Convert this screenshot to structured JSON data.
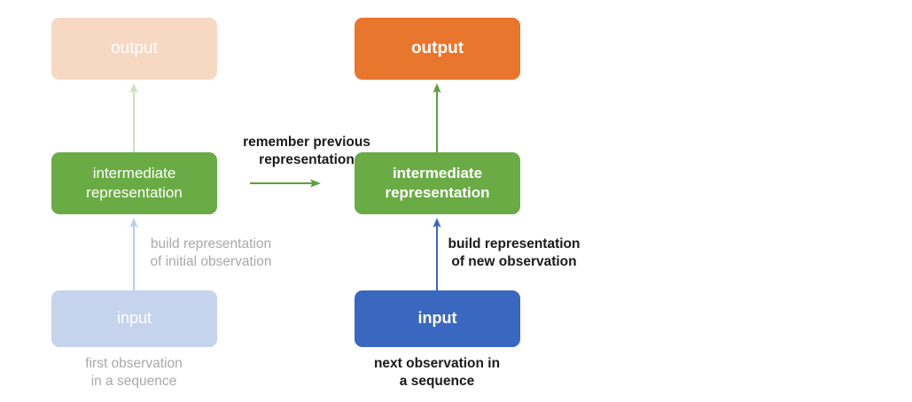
{
  "diagram": {
    "title_text": "",
    "colors": {
      "output_strong": "#E8762C",
      "output_faded": "#F7D8C3",
      "green": "#6AAB45",
      "input_strong": "#3A67C0",
      "input_faded": "#C5D3EC",
      "arrow_green_strong": "#5E9E3E",
      "arrow_green_faded": "#CBE2BC",
      "arrow_blue_strong": "#3A67C0",
      "arrow_blue_faded": "#B9CCE8",
      "text_dim": "#A9A9A9",
      "text_bold": "#1A1A1A",
      "box_text": "#FFFFFF",
      "background": "#FFFFFF"
    },
    "left_column": {
      "output_box": {
        "label": "output"
      },
      "intermediate_box": {
        "label": "intermediate\nrepresentation"
      },
      "input_box": {
        "label": "input"
      },
      "build_caption": "build representation\nof initial observation",
      "observation_caption": "first observation\nin a sequence"
    },
    "right_column": {
      "output_box": {
        "label": "output"
      },
      "intermediate_box": {
        "label": "intermediate\nrepresentation"
      },
      "input_box": {
        "label": "input"
      },
      "build_caption": "build representation\nof new observation",
      "observation_caption": "next observation in\na sequence"
    },
    "recurrence": {
      "caption": "remember previous\nrepresentation"
    }
  }
}
